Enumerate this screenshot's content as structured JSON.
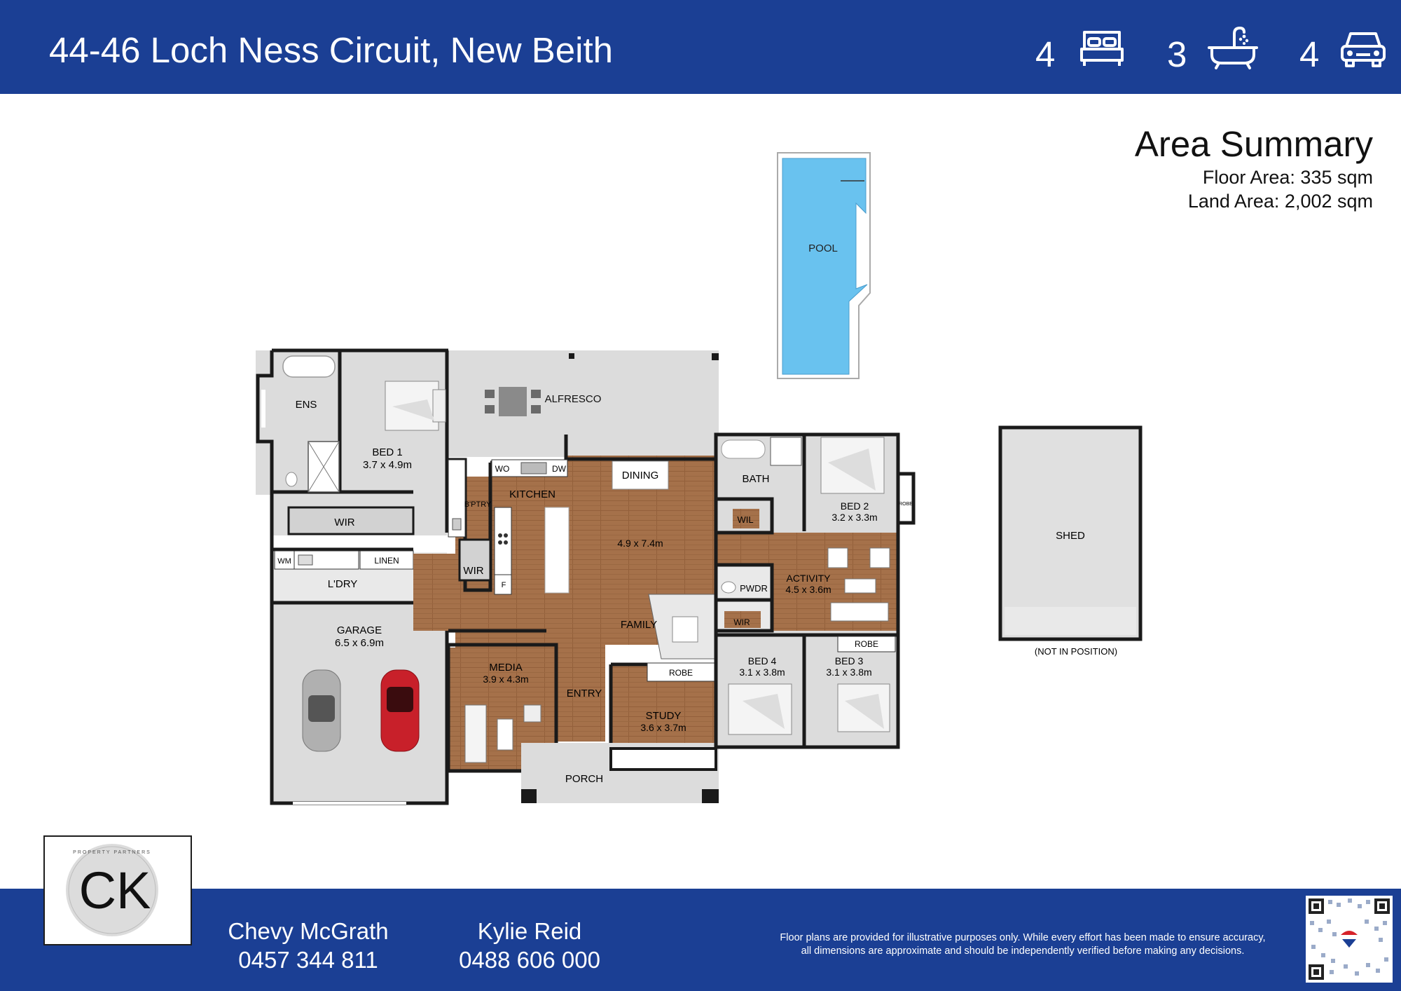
{
  "header": {
    "address": "44-46 Loch Ness Circuit, New Beith",
    "bedrooms": "4",
    "bathrooms": "3",
    "car_spaces": "4",
    "icons": {
      "bed": "bed-icon",
      "bath": "bathtub-icon",
      "car": "car-icon"
    },
    "colors": {
      "brand_blue": "#1b3f94"
    }
  },
  "summary": {
    "title": "Area Summary",
    "floor_area": "Floor Area: 335 sqm",
    "land_area": "Land Area: 2,002 sqm"
  },
  "rooms": {
    "pool": "POOL",
    "alfresco": "ALFRESCO",
    "ens": "ENS",
    "bed1": "BED 1",
    "bed1_dim": "3.7 x 4.9m",
    "wir_main": "WIR",
    "wm": "WM",
    "linen": "LINEN",
    "laundry": "L'DRY",
    "garage": "GARAGE",
    "garage_dim": "6.5 x 6.9m",
    "wo": "WO",
    "dw": "DW",
    "kitchen": "KITCHEN",
    "bptry": "B'PTRY",
    "wir_kitchen": "WIR",
    "fridge": "F",
    "dining": "DINING",
    "living_dim": "4.9 x 7.4m",
    "family": "FAMILY",
    "media": "MEDIA",
    "media_dim": "3.9 x 4.3m",
    "entry": "ENTRY",
    "porch": "PORCH",
    "study": "STUDY",
    "study_dim": "3.6 x 3.7m",
    "robe_study": "ROBE",
    "bath": "BATH",
    "wil": "WIL",
    "bed2": "BED 2",
    "bed2_dim": "3.2 x 3.3m",
    "robe_bed2": "ROBE",
    "pwdr": "PWDR",
    "activity": "ACTIVITY",
    "activity_dim": "4.5 x 3.6m",
    "wir_bed4": "WIR",
    "bed4": "BED 4",
    "bed4_dim": "3.1 x 3.8m",
    "bed3": "BED 3",
    "bed3_dim": "3.1 x 3.8m",
    "robe_bed3": "ROBE",
    "shed": "SHED",
    "shed_note": "(NOT IN POSITION)"
  },
  "logo": {
    "text": "CK",
    "ring_text": "PROPERTY PARTNERS",
    "icon": "ck-logo-icon"
  },
  "agents": [
    {
      "name": "Chevy McGrath",
      "phone": "0457 344 811"
    },
    {
      "name": "Kylie Reid",
      "phone": "0488 606 000"
    }
  ],
  "disclaimer": {
    "line1": "Floor plans are provided for illustrative purposes only. While every effort has been made to ensure accuracy,",
    "line2": "all dimensions are approximate and should be independently verified before making any decisions."
  },
  "qr": {
    "icon": "qr-code-icon"
  },
  "colors": {
    "wood": "#a5714a",
    "tile": "#d9d9d9",
    "pool": "#69c2ef",
    "wall": "#1a1a1a"
  }
}
